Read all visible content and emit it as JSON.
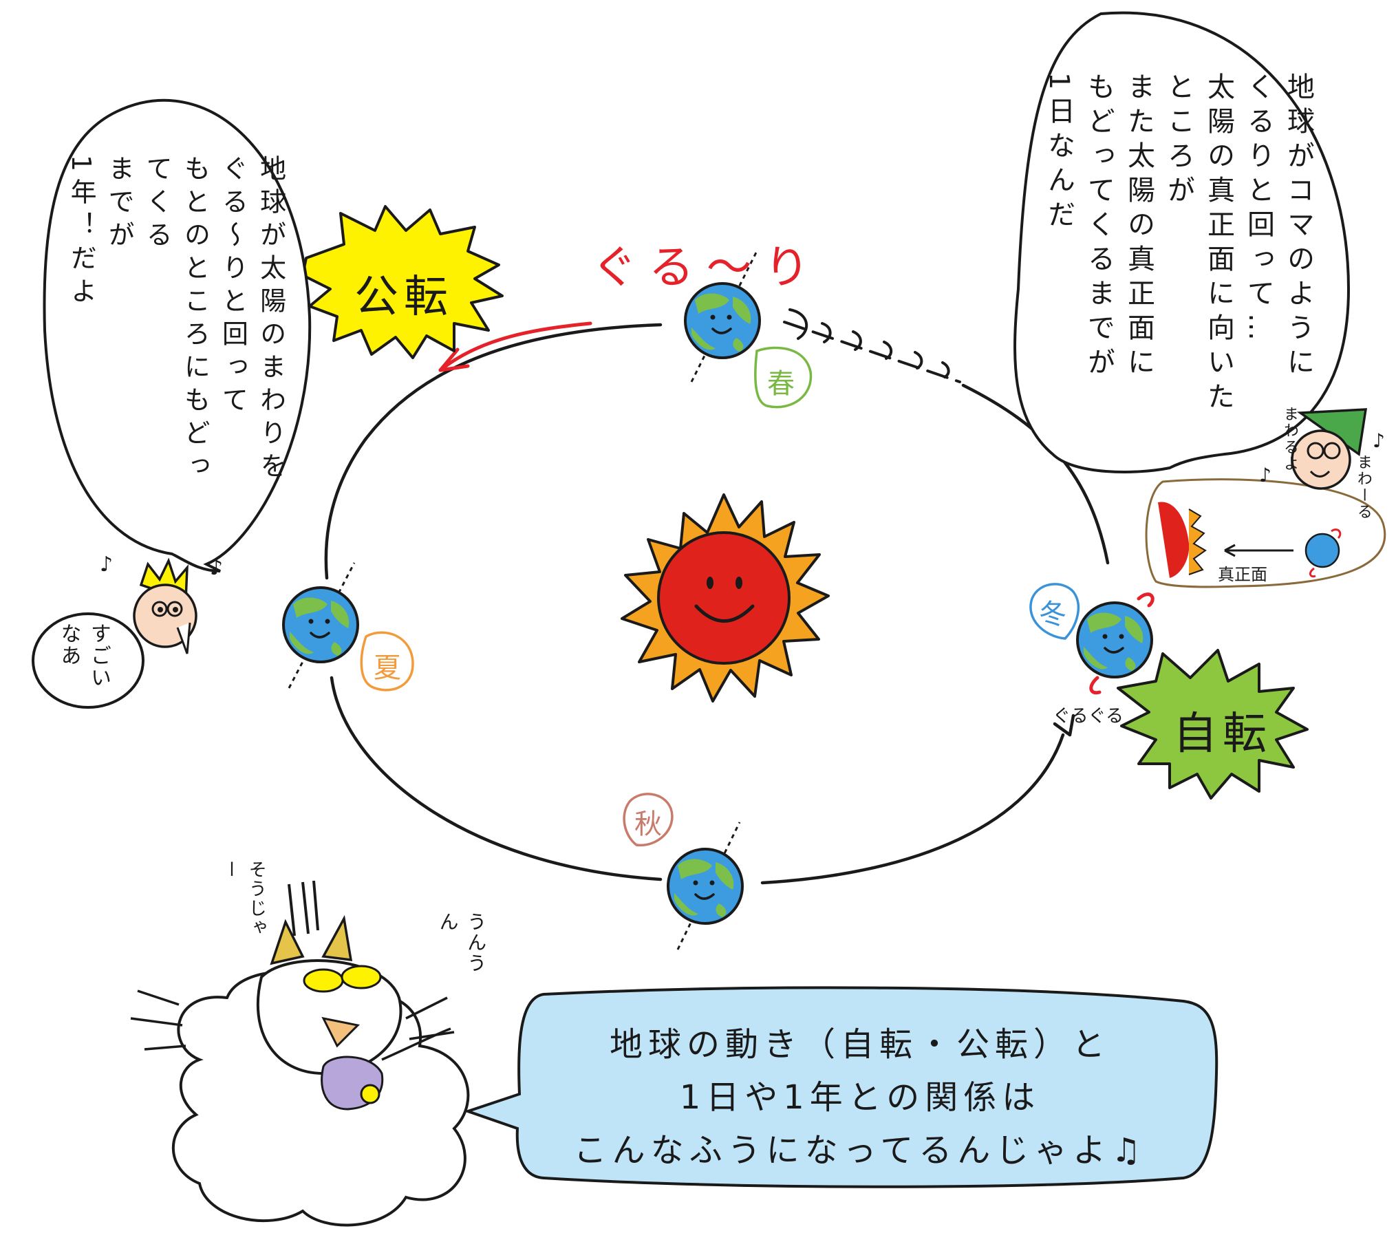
{
  "labels": {
    "revolution_burst": "公転",
    "rotation_burst": "自転",
    "round_and_round": "ぐる〜り",
    "spin_sound": "ぐるぐる",
    "facing_label": "真正面"
  },
  "seasons": {
    "spring": "春",
    "summer": "夏",
    "autumn": "秋",
    "winter": "冬"
  },
  "left_bubble": {
    "lines": [
      "地球が太陽のまわりを",
      "ぐる〜りと回って",
      "もとのところにもどってくる",
      "までが",
      "1年！だよ"
    ]
  },
  "right_bubble": {
    "lines": [
      "地球がコマのように",
      "くるりと回って…",
      "太陽の真正面に向いたところが",
      "また太陽の真正面に",
      "もどってくるまでが",
      "1日なんだ"
    ]
  },
  "character_remarks": {
    "left_char": "すごいなあ",
    "right_char_1": "まわるよ",
    "right_char_2": "まわーる",
    "bottom_char_1": "そうじゃー",
    "bottom_char_2": "うんうん"
  },
  "bottom_bubble": {
    "lines": [
      "地球の動き（自転・公転）と",
      "1日や1年との関係は",
      "こんなふうになってるんじゃよ♫"
    ]
  },
  "colors": {
    "sun_red": "#e0221c",
    "sun_ray": "#f4a21f",
    "earth_blue": "#3d9be0",
    "land_green": "#7cc04b",
    "revolution_yellow": "#fff200",
    "rotation_green": "#8dc63f",
    "arrow_red": "#e5222a",
    "bubble_blue": "#bfe3f7",
    "spring_green": "#79b843",
    "summer_orange": "#f39a3a",
    "autumn_brown": "#c97b6b",
    "winter_blue": "#3a93d8"
  }
}
